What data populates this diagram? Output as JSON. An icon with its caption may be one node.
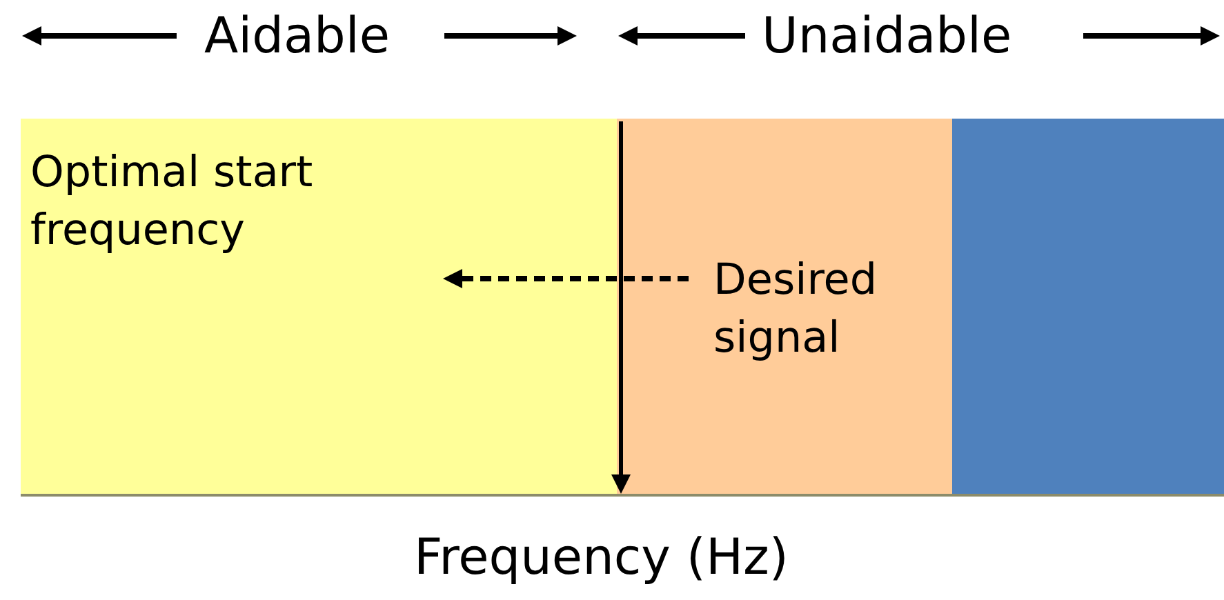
{
  "diagram": {
    "nodes": [
      {
        "text": [
          "Optimal start frequency"
        ]
      },
      {
        "text": [
          "Desired signal"
        ]
      },
      {
        "text": [],
        "shape": "box"
      }
    ],
    "edges": [
      {
        "from": 1,
        "to": 0,
        "arrow": "to",
        "style": "dashed"
      }
    ],
    "labels": [
      "Aidable",
      "Unaidable",
      "Frequency (Hz)"
    ]
  }
}
